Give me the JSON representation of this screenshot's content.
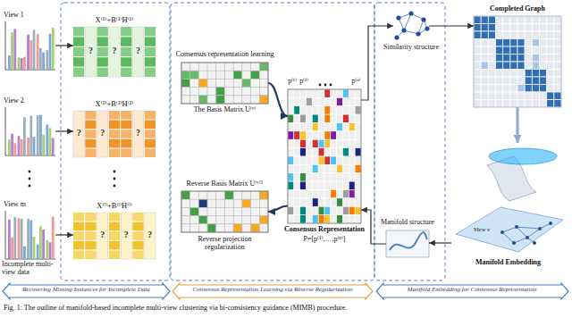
{
  "diagram": {
    "caption": "Fig. 1: The outline of manifold-based incomplete multi-view clustering via bi-consistency guidance (MIMB) procedure.",
    "nodes": [
      {
        "text": [
          "View 1"
        ]
      },
      {
        "text": [
          "View 2"
        ]
      },
      {
        "text": [
          "View m"
        ]
      },
      {
        "text": [
          "X⁽¹⁾+B⁽¹⁾H⁽¹⁾"
        ]
      },
      {
        "text": [
          "X⁽²⁾+B⁽²⁾H⁽²⁾"
        ]
      },
      {
        "text": [
          "X⁽ˡ⁾+B⁽ˡ⁾H⁽ˡ⁾"
        ]
      },
      {
        "text": [
          "Consensus representation learning",
          "The Basis Matrix U⁽ᵛ⁾"
        ]
      },
      {
        "text": [
          "Reverse Basis Matrix U⁽ᵛ⁾ᵀ",
          "Reverse projection regularization"
        ]
      },
      {
        "text": [
          "Consensus Representation",
          "P=[p⁽¹⁾,…,p⁽ⁿ⁾]"
        ]
      },
      {
        "text": [
          "Similarity structure"
        ]
      },
      {
        "text": [
          "Completed Graph"
        ]
      },
      {
        "text": [
          "Manifold structure"
        ]
      },
      {
        "text": [
          "Manifold Embedding"
        ]
      }
    ],
    "edges": [
      {
        "from": 0,
        "to": 3,
        "arrow": "to"
      },
      {
        "from": 1,
        "to": 4,
        "arrow": "to"
      },
      {
        "from": 2,
        "to": 5,
        "arrow": "to"
      },
      {
        "from": 6,
        "to": 8,
        "arrow": "to"
      },
      {
        "from": 8,
        "to": 7,
        "arrow": "to"
      },
      {
        "from": 8,
        "to": 9,
        "arrow": "to"
      },
      {
        "from": 9,
        "to": 10,
        "arrow": "to"
      },
      {
        "from": 10,
        "to": 12,
        "arrow": "to"
      },
      {
        "from": 12,
        "to": 11,
        "arrow": "to"
      },
      {
        "from": 11,
        "to": 8,
        "arrow": "to"
      }
    ],
    "labels": [
      "?",
      "?",
      "?",
      "?",
      "?",
      "?",
      "?",
      "?",
      "?",
      "Incomplete multi-view data",
      "p⁽¹⁾",
      "p⁽²⁾",
      "p⁽ⁿ⁾",
      "View v",
      "Recovering Missing Instances for Incomplete Data",
      "Consensus Representation Learning via Reverse Regularization",
      "Manifold Embedding for Consensus Representation"
    ]
  }
}
